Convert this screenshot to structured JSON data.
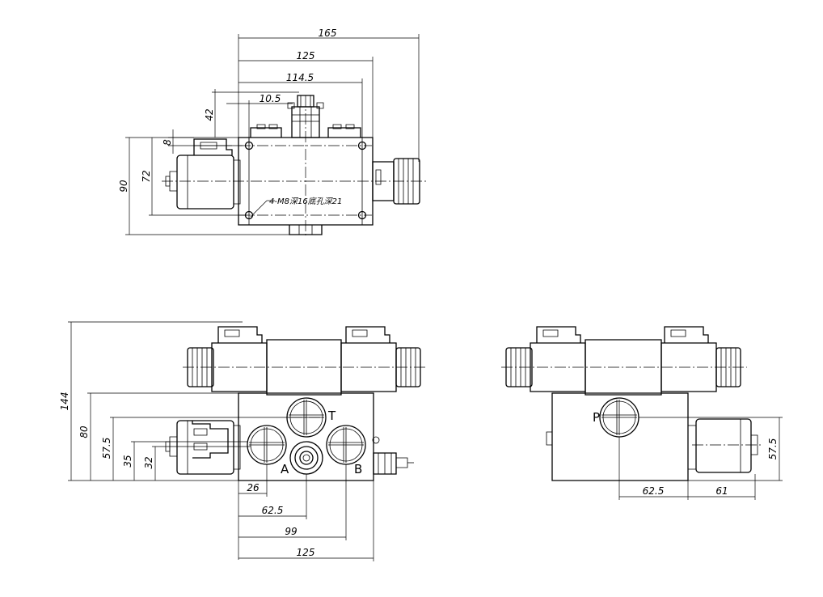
{
  "top_view": {
    "dims": [
      "165",
      "125",
      "114.5",
      "10.5",
      "42",
      "8",
      "72",
      "90"
    ],
    "note": "4-M8深16底孔深21"
  },
  "front_view": {
    "dims": [
      "144",
      "80",
      "57.5",
      "35",
      "32",
      "26",
      "62.5",
      "99",
      "125"
    ],
    "ports": [
      "T",
      "A",
      "B"
    ]
  },
  "side_view": {
    "dims": [
      "62.5",
      "61",
      "57.5"
    ],
    "ports": [
      "P"
    ]
  }
}
